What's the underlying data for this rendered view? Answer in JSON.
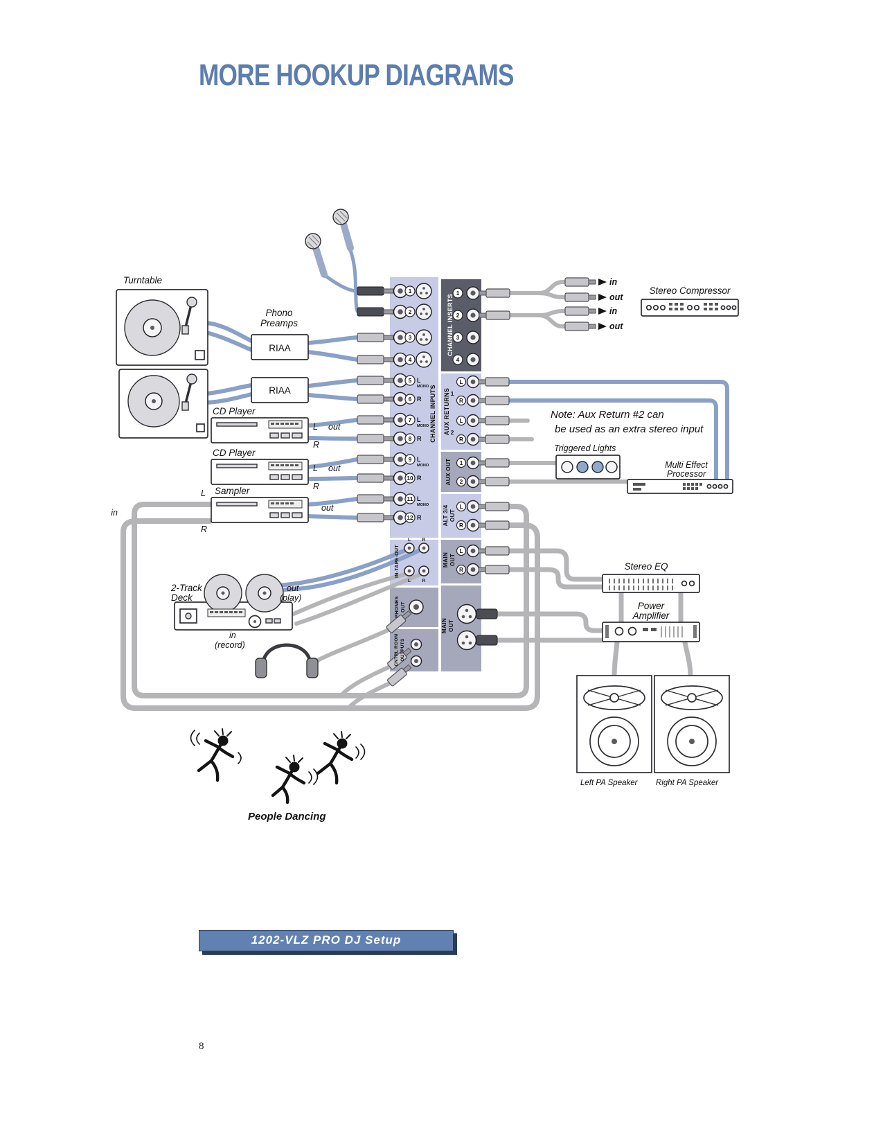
{
  "page": {
    "title": "MORE HOOKUP DIAGRAMS",
    "page_number": "8",
    "caption": "1202-VLZ PRO DJ Setup"
  },
  "note": {
    "line1": "Note: Aux Return #2 can",
    "line2": "be used as an extra stereo input"
  },
  "sources": {
    "turntable": "Turntable",
    "phono1": "Phono",
    "phono2": "Preamps",
    "riaa1": "RIAA",
    "riaa2": "RIAA",
    "cd1": {
      "label": "CD Player",
      "l": "L",
      "out": "out",
      "r": "R"
    },
    "cd2": {
      "label": "CD Player",
      "l": "L",
      "out": "out",
      "r": "R"
    },
    "sampler": {
      "label": "Sampler",
      "out": "out",
      "l": "L",
      "r": "R",
      "in": "in"
    }
  },
  "deck": {
    "name1": "2-Track",
    "name2": "Deck",
    "out1": "out",
    "out2": "(play)",
    "in1": "in",
    "in2": "(record)"
  },
  "mixer": {
    "inputs_label": "CHANNEL INPUTS",
    "channels": [
      {
        "num": "1"
      },
      {
        "num": "2"
      },
      {
        "num": "3"
      },
      {
        "num": "4"
      },
      {
        "num": "5",
        "side": "L",
        "mono": "MONO"
      },
      {
        "num": "6",
        "side": "R"
      },
      {
        "num": "7",
        "side": "L",
        "mono": "MONO"
      },
      {
        "num": "8",
        "side": "R"
      },
      {
        "num": "9",
        "side": "L",
        "mono": "MONO"
      },
      {
        "num": "10",
        "side": "R"
      },
      {
        "num": "11",
        "side": "L",
        "mono": "MONO"
      },
      {
        "num": "12",
        "side": "R"
      }
    ],
    "inserts": {
      "label": "CHANNEL INSERTS",
      "jacks": [
        "1",
        "2",
        "3",
        "4"
      ]
    },
    "aux_returns": {
      "label": "AUX RETURNS",
      "nums": [
        "1",
        "2"
      ],
      "jacks": [
        "L",
        "R",
        "L",
        "R"
      ]
    },
    "aux_out": {
      "label": "AUX OUT",
      "jacks": [
        "1",
        "2"
      ]
    },
    "alt_out": {
      "label1": "ALT 3/4",
      "label2": "OUT",
      "jacks": [
        "L",
        "R"
      ]
    },
    "main_out": {
      "label1": "MAIN",
      "label2": "OUT",
      "jacks": [
        "L",
        "R"
      ]
    },
    "tape": {
      "label": "IN-TAPE-OUT",
      "jacks": [
        "L",
        "R",
        "L",
        "R"
      ]
    },
    "phones": {
      "label1": "PHONES",
      "label2": "OUT"
    },
    "main_xlr": {
      "label1": "MAIN",
      "label2": "OUT"
    },
    "ctrl_room": {
      "label1": "CNTRL ROOM",
      "label2": "OUTPUTS"
    }
  },
  "outboard": {
    "compressor": "Stereo Compressor",
    "ins1_in": "in",
    "ins1_out": "out",
    "ins2_in": "in",
    "ins2_out": "out",
    "lights": "Triggered Lights",
    "fx1": "Multi Effect",
    "fx2": "Processor",
    "eq": "Stereo EQ",
    "amp1": "Power",
    "amp2": "Amplifier",
    "speaker_left": "Left PA Speaker",
    "speaker_right": "Right PA Speaker"
  },
  "people": "People Dancing"
}
